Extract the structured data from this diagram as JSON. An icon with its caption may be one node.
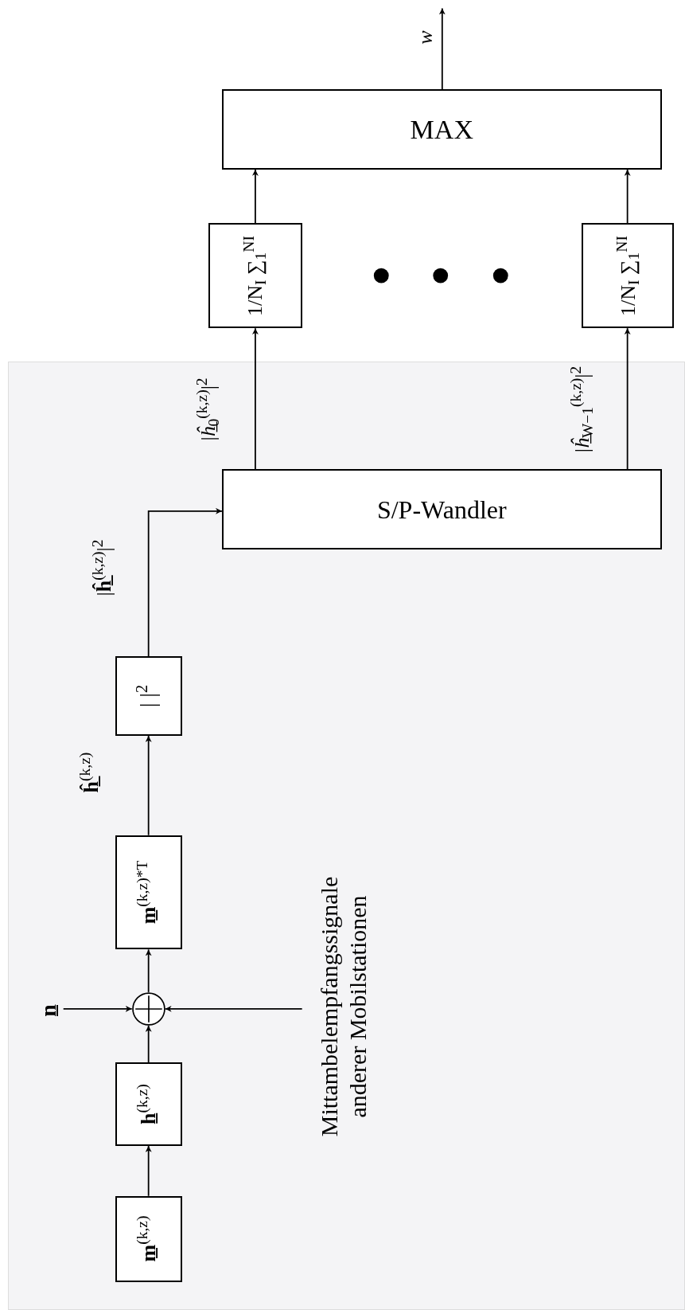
{
  "diagram": {
    "nodes": [
      {
        "text": [
          "MAX"
        ]
      },
      {
        "text": [
          "1/N$_{I}$ ∑$_{1}$$^{NI}$"
        ]
      },
      {
        "text": [
          "1/N$_{I}$ ∑$_{1}$$^{NI}$"
        ]
      },
      {
        "text": [
          "S/P-Wandler"
        ]
      },
      {
        "text": [
          "| |$^{2}$"
        ]
      },
      {
        "text": [
          "**m̲**$^{(k,z)*T}$"
        ]
      },
      {
        "text": [],
        "shape": "circle"
      },
      {
        "text": [
          "**h̲**$^{(k,z)}$"
        ]
      },
      {
        "text": [
          "**m̲**$^{(k,z)}$"
        ]
      },
      {
        "text": [
          "**n̲**"
        ]
      },
      {
        "text": [
          "Mittambelempfangssignale anderer Mobilstationen"
        ]
      }
    ],
    "edges": [
      {
        "from": 0,
        "to": null,
        "arrow": "to",
        "label": "*w*"
      },
      {
        "from": 1,
        "to": 0,
        "arrow": "to"
      },
      {
        "from": 2,
        "to": 0,
        "arrow": "to"
      },
      {
        "from": 3,
        "to": 1,
        "arrow": "to",
        "label": "|*ĥ̲*$_{0}$$^{(k,z)}$|$^{2}$"
      },
      {
        "from": 3,
        "to": 2,
        "arrow": "to",
        "label": "|*ĥ̲*$_{W−1}$$^{(k,z)}$|$^{2}$"
      },
      {
        "from": 4,
        "to": 3,
        "arrow": "to",
        "label": "|**ĥ̲**$^{(k,z)}$|$^{2}$"
      },
      {
        "from": 5,
        "to": 4,
        "arrow": "to",
        "label": "**ĥ̲**$^{(k,z)}$"
      },
      {
        "from": 6,
        "to": 5,
        "arrow": "to"
      },
      {
        "from": 7,
        "to": 6,
        "arrow": "to"
      },
      {
        "from": 8,
        "to": 7,
        "arrow": "to"
      },
      {
        "from": 9,
        "to": 6,
        "arrow": "to"
      },
      {
        "from": 10,
        "to": 6,
        "arrow": "to"
      }
    ]
  }
}
